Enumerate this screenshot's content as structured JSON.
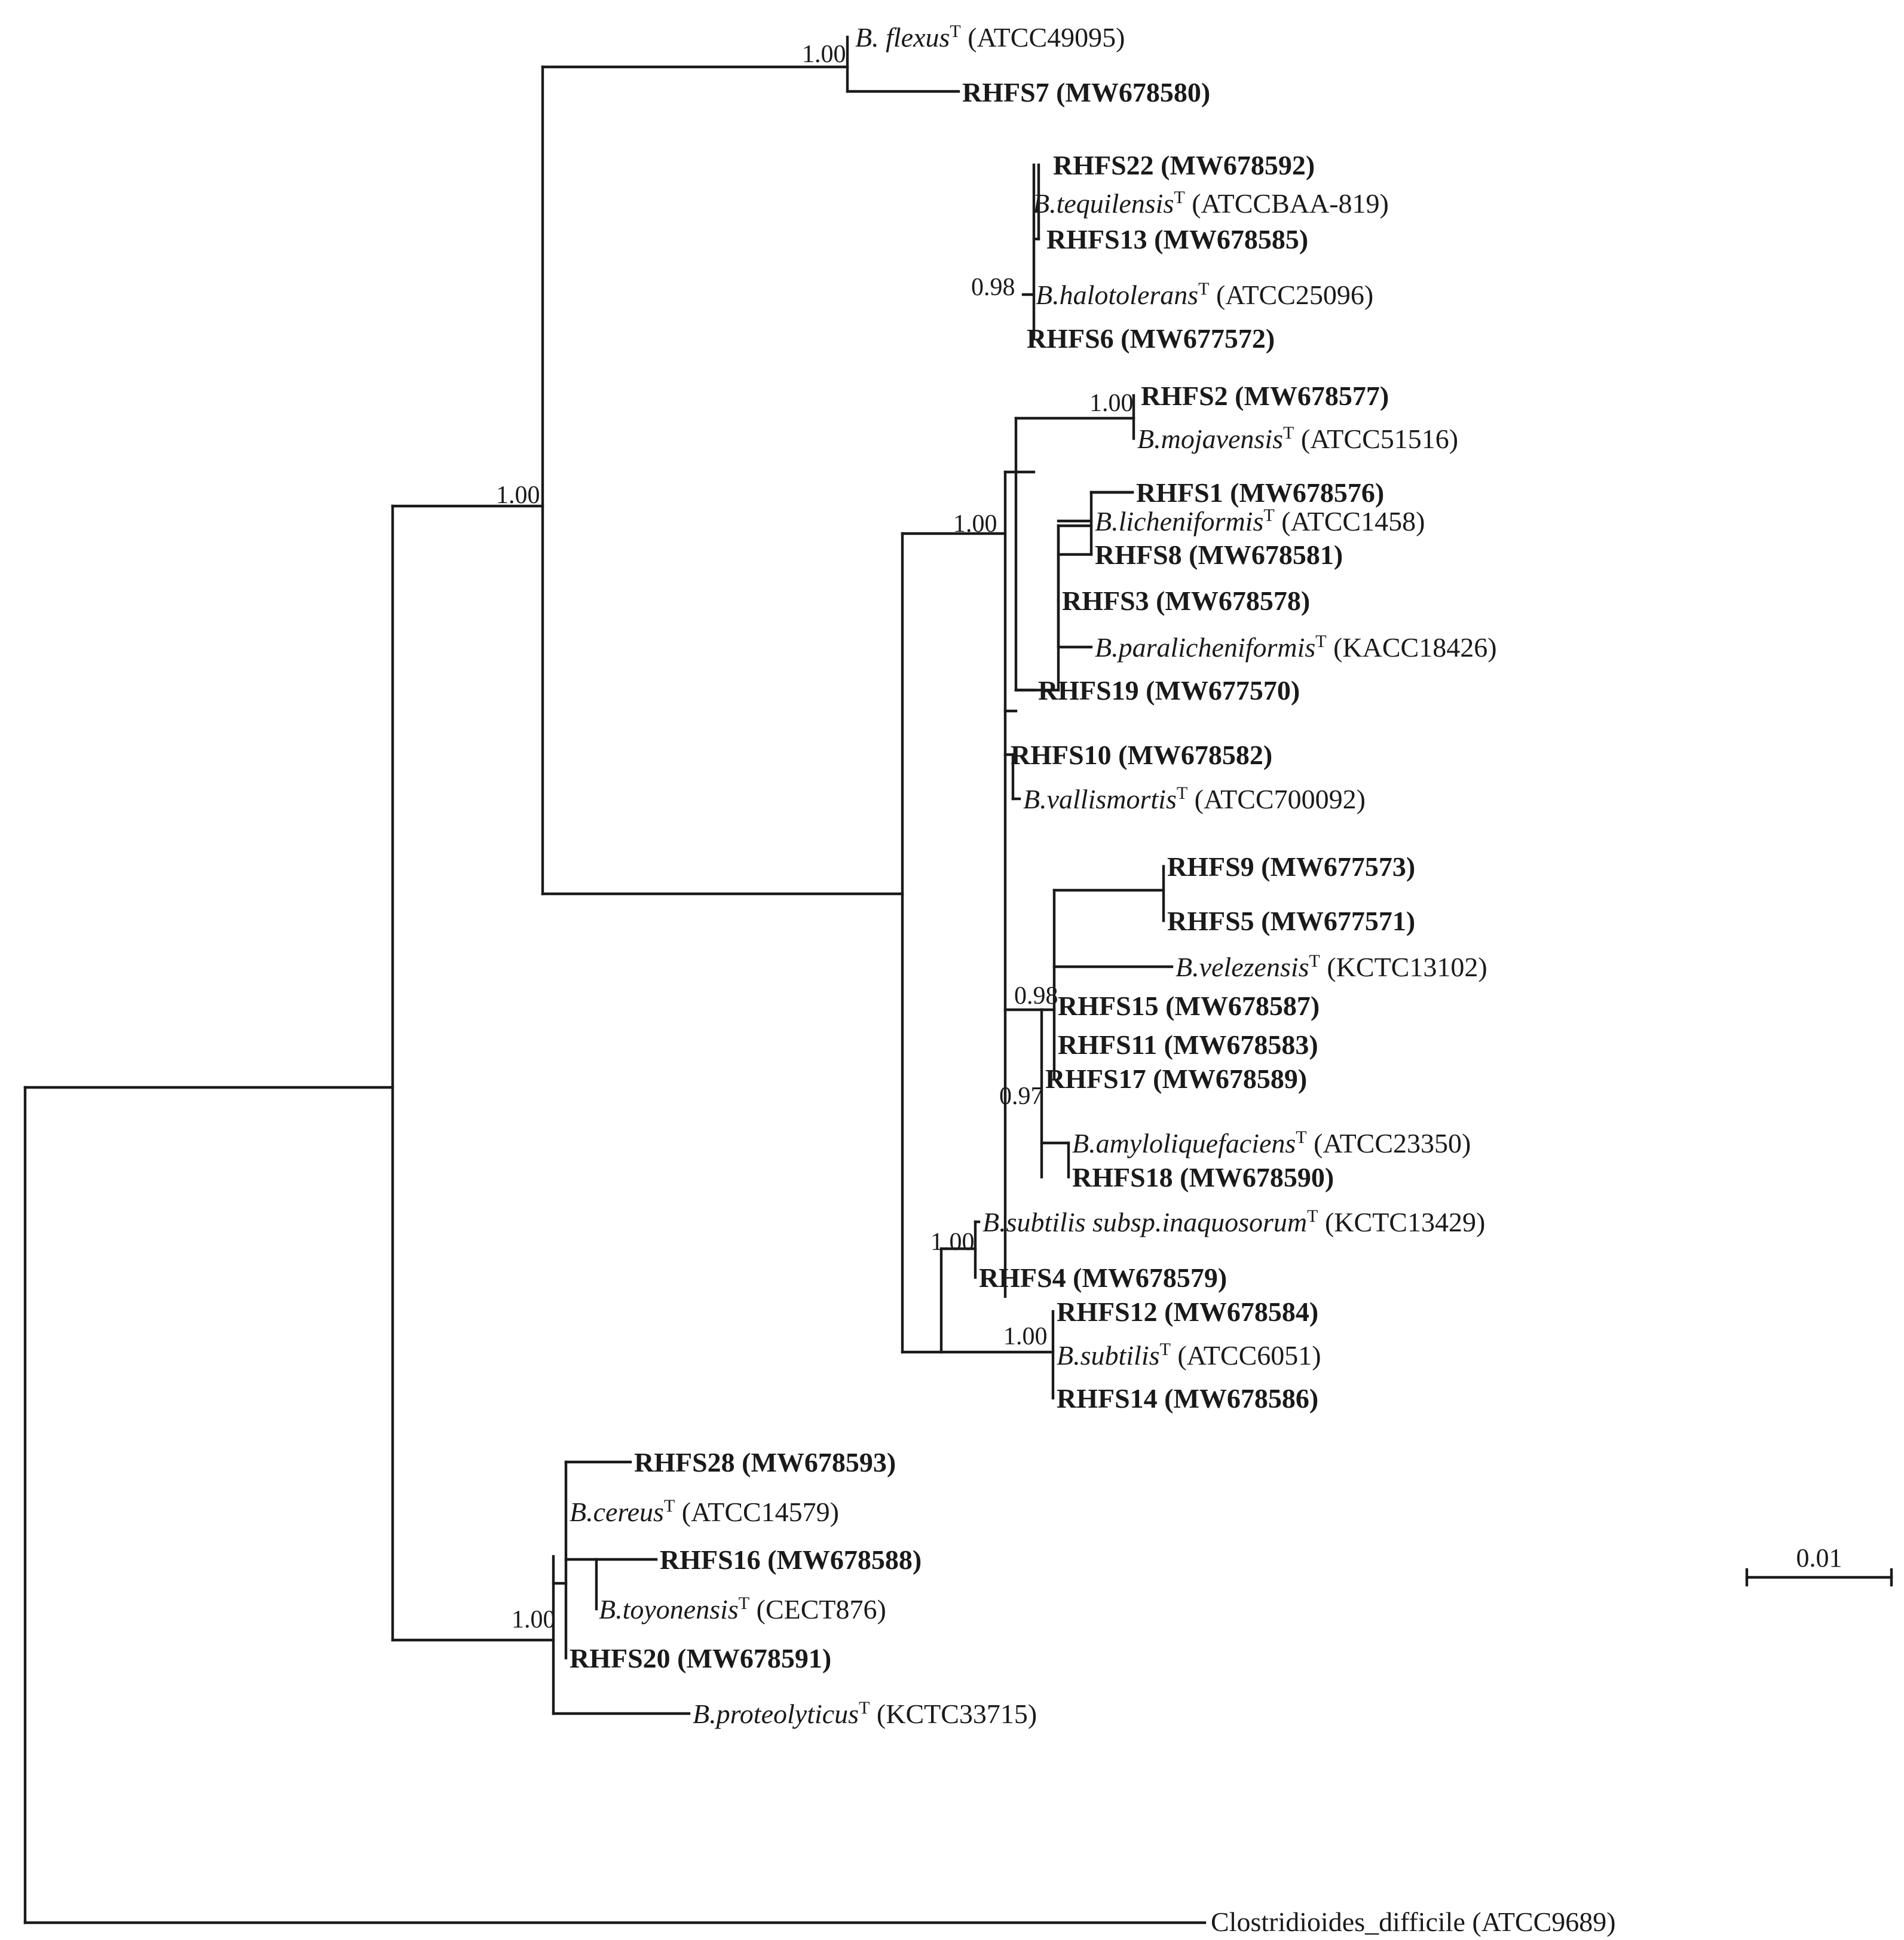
{
  "tree": {
    "leaves": [
      {
        "id": "flexus",
        "species": "B. flexus",
        "type_mark": "T",
        "accession": " (ATCC49095)",
        "bold": false
      },
      {
        "id": "rhfs7",
        "text": "RHFS7 (MW678580)",
        "bold": true
      },
      {
        "id": "rhfs22",
        "text": "RHFS22 (MW678592)",
        "bold": true
      },
      {
        "id": "tequilensis",
        "species": "B.tequilensis",
        "type_mark": "T",
        "accession": " (ATCCBAA-819)",
        "bold": false
      },
      {
        "id": "rhfs13",
        "text": "RHFS13 (MW678585)",
        "bold": true
      },
      {
        "id": "halotolerans",
        "species": "B.halotolerans",
        "type_mark": "T",
        "accession": " (ATCC25096)",
        "bold": false
      },
      {
        "id": "rhfs6",
        "text": "RHFS6 (MW677572)",
        "bold": true
      },
      {
        "id": "rhfs2",
        "text": "RHFS2 (MW678577)",
        "bold": true
      },
      {
        "id": "mojavensis",
        "species": "B.mojavensis",
        "type_mark": "T",
        "accession": " (ATCC51516)",
        "bold": false
      },
      {
        "id": "rhfs1",
        "text": "RHFS1 (MW678576)",
        "bold": true
      },
      {
        "id": "licheniformis",
        "species": "B.licheniformis",
        "type_mark": "T",
        "accession": " (ATCC1458)",
        "bold": false
      },
      {
        "id": "rhfs8",
        "text": "RHFS8 (MW678581)",
        "bold": true
      },
      {
        "id": "rhfs3",
        "text": "RHFS3 (MW678578)",
        "bold": true
      },
      {
        "id": "paralicheniformis",
        "species": "B.paralicheniformis",
        "type_mark": "T",
        "accession": " (KACC18426)",
        "bold": false
      },
      {
        "id": "rhfs19",
        "text": "RHFS19 (MW677570)",
        "bold": true
      },
      {
        "id": "rhfs10",
        "text": "RHFS10 (MW678582)",
        "bold": true
      },
      {
        "id": "vallismortis",
        "species": "B.vallismortis",
        "type_mark": "T",
        "accession": " (ATCC700092)",
        "bold": false
      },
      {
        "id": "rhfs9",
        "text": "RHFS9 (MW677573)",
        "bold": true
      },
      {
        "id": "rhfs5",
        "text": "RHFS5 (MW677571)",
        "bold": true
      },
      {
        "id": "velezensis",
        "species": "B.velezensis",
        "type_mark": "T",
        "accession": " (KCTC13102)",
        "bold": false
      },
      {
        "id": "rhfs15",
        "text": "RHFS15 (MW678587)",
        "bold": true
      },
      {
        "id": "rhfs11",
        "text": "RHFS11 (MW678583)",
        "bold": true
      },
      {
        "id": "rhfs17",
        "text": "RHFS17 (MW678589)",
        "bold": true
      },
      {
        "id": "amyloliquefaciens",
        "species": "B.amyloliquefaciens",
        "type_mark": "T",
        "accession": " (ATCC23350)",
        "bold": false
      },
      {
        "id": "rhfs18",
        "text": "RHFS18 (MW678590)",
        "bold": true
      },
      {
        "id": "inaquosorum",
        "species": "B.subtilis subsp.inaquosorum",
        "type_mark": "T",
        "accession": " (KCTC13429)",
        "bold": false
      },
      {
        "id": "rhfs4",
        "text": "RHFS4 (MW678579)",
        "bold": true
      },
      {
        "id": "rhfs12",
        "text": "RHFS12 (MW678584)",
        "bold": true
      },
      {
        "id": "subtilis",
        "species": "B.subtilis",
        "type_mark": "T",
        "accession": " (ATCC6051)",
        "bold": false
      },
      {
        "id": "rhfs14",
        "text": "RHFS14 (MW678586)",
        "bold": true
      },
      {
        "id": "rhfs28",
        "text": "RHFS28 (MW678593)",
        "bold": true
      },
      {
        "id": "cereus",
        "species": "B.cereus",
        "type_mark": "T",
        "accession": " (ATCC14579)",
        "bold": false
      },
      {
        "id": "rhfs16",
        "text": "RHFS16 (MW678588)",
        "bold": true
      },
      {
        "id": "toyonensis",
        "species": "B.toyonensis",
        "type_mark": "T",
        "accession": " (CECT876)",
        "bold": false
      },
      {
        "id": "rhfs20",
        "text": "RHFS20 (MW678591)",
        "bold": true
      },
      {
        "id": "proteolyticus",
        "species": "B.proteolyticus",
        "type_mark": "T",
        "accession": " (KCTC33715)",
        "bold": false
      },
      {
        "id": "clostridioides",
        "text": "Clostridioides_difficile (ATCC9689)",
        "bold": false
      }
    ],
    "bootstrap": [
      {
        "id": "flexus_clade",
        "value": "1.00"
      },
      {
        "id": "main_bacillus_clade",
        "value": "1.00"
      },
      {
        "id": "subtilis_group",
        "value": "1.00"
      },
      {
        "id": "tequilensis_clade",
        "value": "0.98"
      },
      {
        "id": "mojavensis_clade",
        "value": "1.00"
      },
      {
        "id": "velezensis_clade",
        "value": "0.98"
      },
      {
        "id": "amyloliquefaciens_clade",
        "value": "0.97"
      },
      {
        "id": "inaquosorum_clade",
        "value": "1.00"
      },
      {
        "id": "subtilis_clade",
        "value": "1.00"
      },
      {
        "id": "cereus_clade",
        "value": "1.00"
      }
    ],
    "scale_bar": {
      "label": "0.01"
    }
  }
}
